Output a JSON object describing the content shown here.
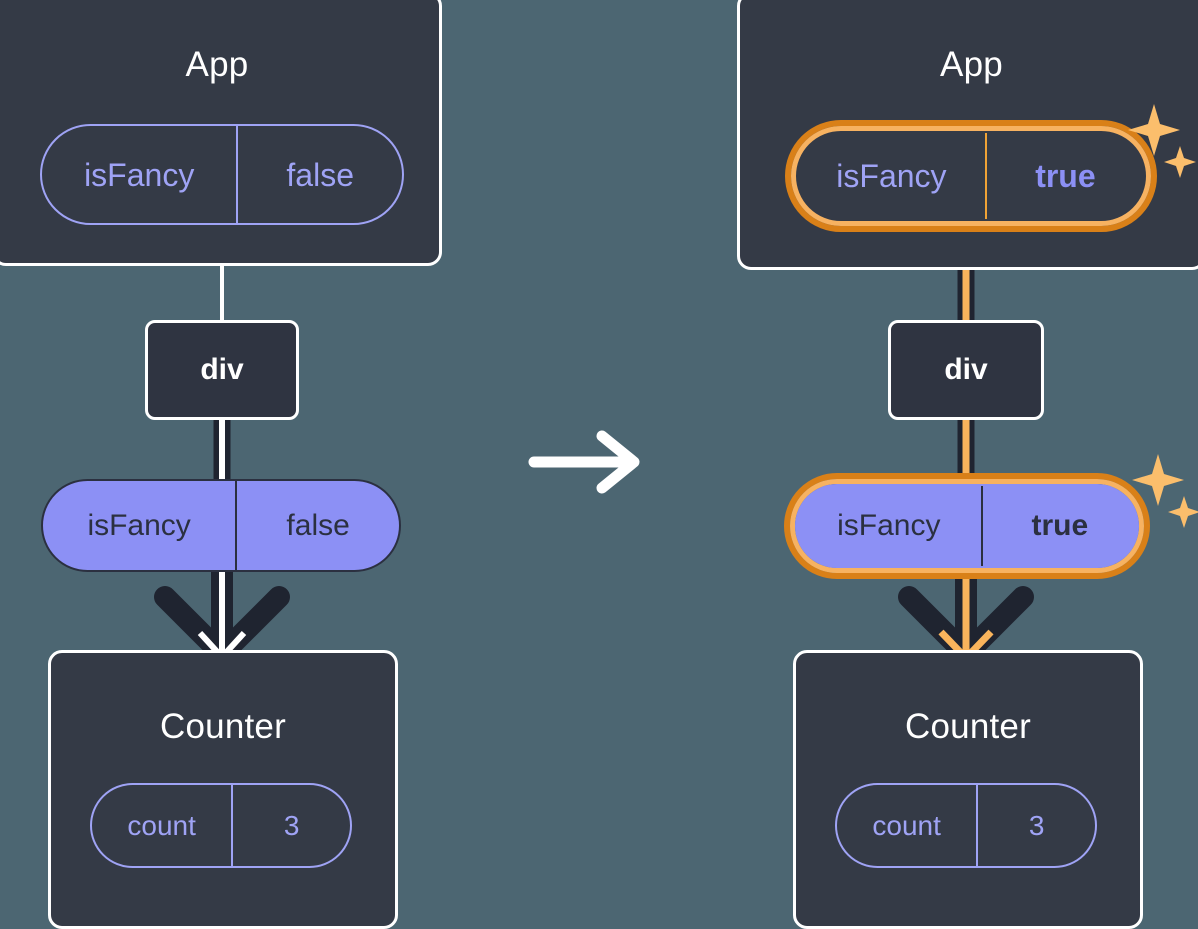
{
  "diagram": {
    "title_before": "App",
    "title_after": "App",
    "transition_icon": "arrow-right-icon",
    "sparkle_icon": "sparkles-icon",
    "colors": {
      "background": "#4c6672",
      "card_bg": "#343a46",
      "card_border": "#ffffff",
      "pill_solid": "#8c90f5",
      "pill_outline_stroke": "#9fa3f5",
      "highlight_outer": "#d98018",
      "highlight_inner": "#f7b261",
      "sparkle": "#fbbe6c",
      "edge_dark": "#1f2430",
      "edge_light": "#ffffff",
      "edge_highlight": "#f9b45c",
      "text_light": "#ffffff",
      "text_dark": "#2b3040"
    }
  },
  "before": {
    "app": {
      "title": "App",
      "state": {
        "key": "isFancy",
        "value": "false"
      }
    },
    "div": {
      "label": "div"
    },
    "prop": {
      "key": "isFancy",
      "value": "false"
    },
    "counter": {
      "title": "Counter",
      "state": {
        "key": "count",
        "value": "3"
      }
    }
  },
  "after": {
    "app": {
      "title": "App",
      "state": {
        "key": "isFancy",
        "value": "true"
      }
    },
    "div": {
      "label": "div"
    },
    "prop": {
      "key": "isFancy",
      "value": "true"
    },
    "counter": {
      "title": "Counter",
      "state": {
        "key": "count",
        "value": "3"
      }
    }
  }
}
